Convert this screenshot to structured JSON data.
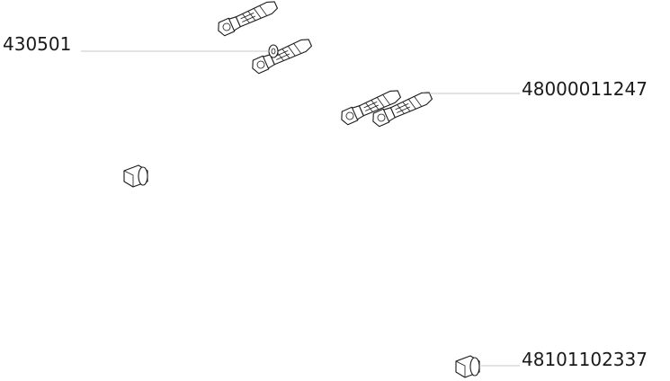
{
  "callouts": [
    {
      "label": "430501"
    },
    {
      "label": "48000011247"
    },
    {
      "label": "48101102337"
    }
  ],
  "parts": [
    {
      "name": "screw-anchor"
    },
    {
      "name": "screw-anchor-with-washer"
    },
    {
      "name": "screw-anchor"
    },
    {
      "name": "screw-anchor"
    },
    {
      "name": "cap"
    },
    {
      "name": "cap"
    }
  ]
}
